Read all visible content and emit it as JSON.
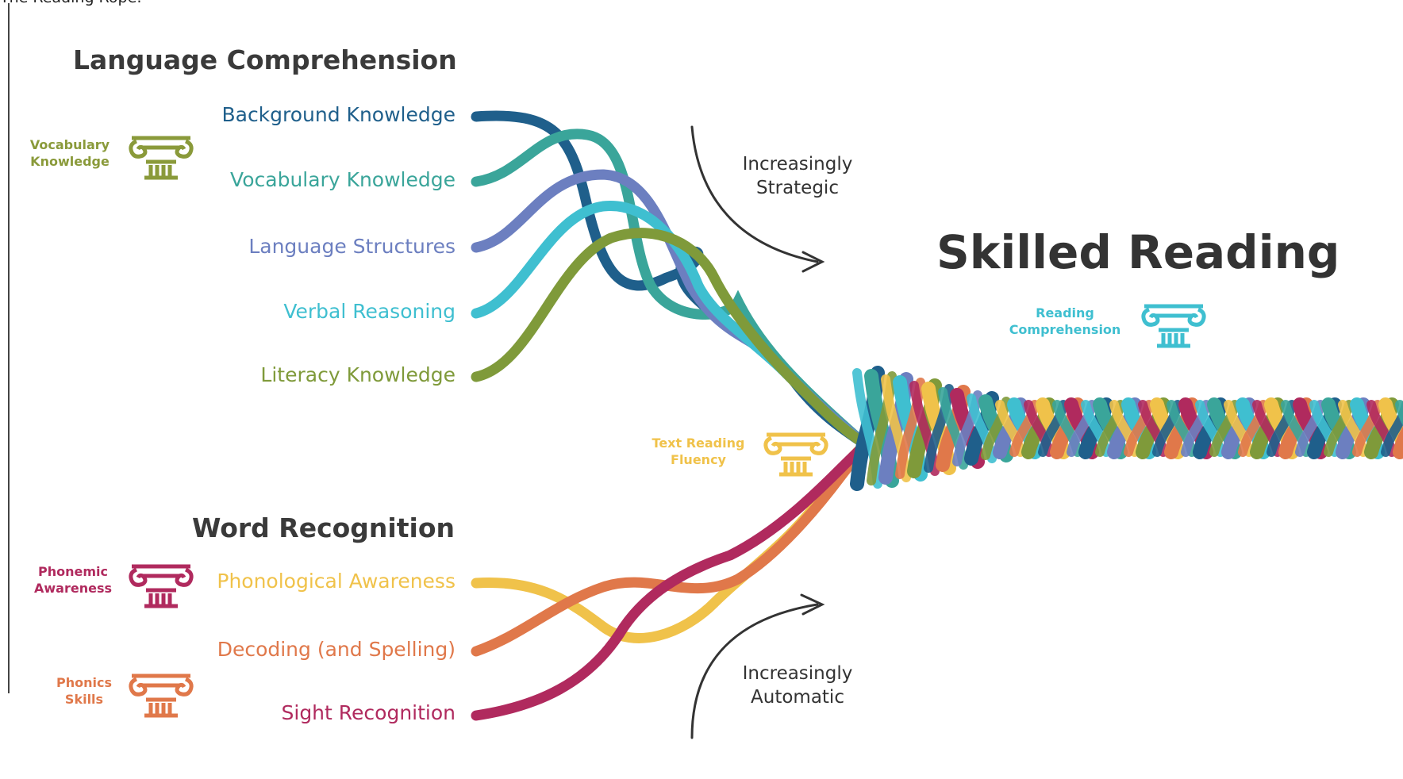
{
  "top_clipped_text": "The Reading Rope:",
  "title": "Skilled Reading",
  "language_comprehension": {
    "heading": "Language Comprehension",
    "strands": [
      {
        "label": "Background Knowledge",
        "color": "#1f5f8b"
      },
      {
        "label": "Vocabulary Knowledge",
        "color": "#3aa59a"
      },
      {
        "label": "Language Structures",
        "color": "#6c7fc0"
      },
      {
        "label": "Verbal Reasoning",
        "color": "#3fbfd0"
      },
      {
        "label": "Literacy Knowledge",
        "color": "#7f9a3a"
      }
    ],
    "pillar": {
      "label_line1": "Vocabulary",
      "label_line2": "Knowledge",
      "color": "#8a9a3a"
    }
  },
  "word_recognition": {
    "heading": "Word Recognition",
    "strands": [
      {
        "label": "Phonological Awareness",
        "color": "#f0c24a"
      },
      {
        "label": "Decoding (and Spelling)",
        "color": "#e0784a"
      },
      {
        "label": "Sight Recognition",
        "color": "#b02a5e"
      }
    ],
    "pillars": [
      {
        "label_line1": "Phonemic",
        "label_line2": "Awareness",
        "color": "#b02a5e"
      },
      {
        "label_line1": "Phonics",
        "label_line2": "Skills",
        "color": "#e0784a"
      }
    ]
  },
  "fluency_pillar": {
    "label_line1": "Text Reading",
    "label_line2": "Fluency",
    "color": "#f0c24a"
  },
  "comprehension_pillar": {
    "label_line1": "Reading",
    "label_line2": "Comprehension",
    "color": "#3fbfd0"
  },
  "arrows": {
    "strategic": {
      "line1": "Increasingly",
      "line2": "Strategic"
    },
    "automatic": {
      "line1": "Increasingly",
      "line2": "Automatic"
    }
  }
}
